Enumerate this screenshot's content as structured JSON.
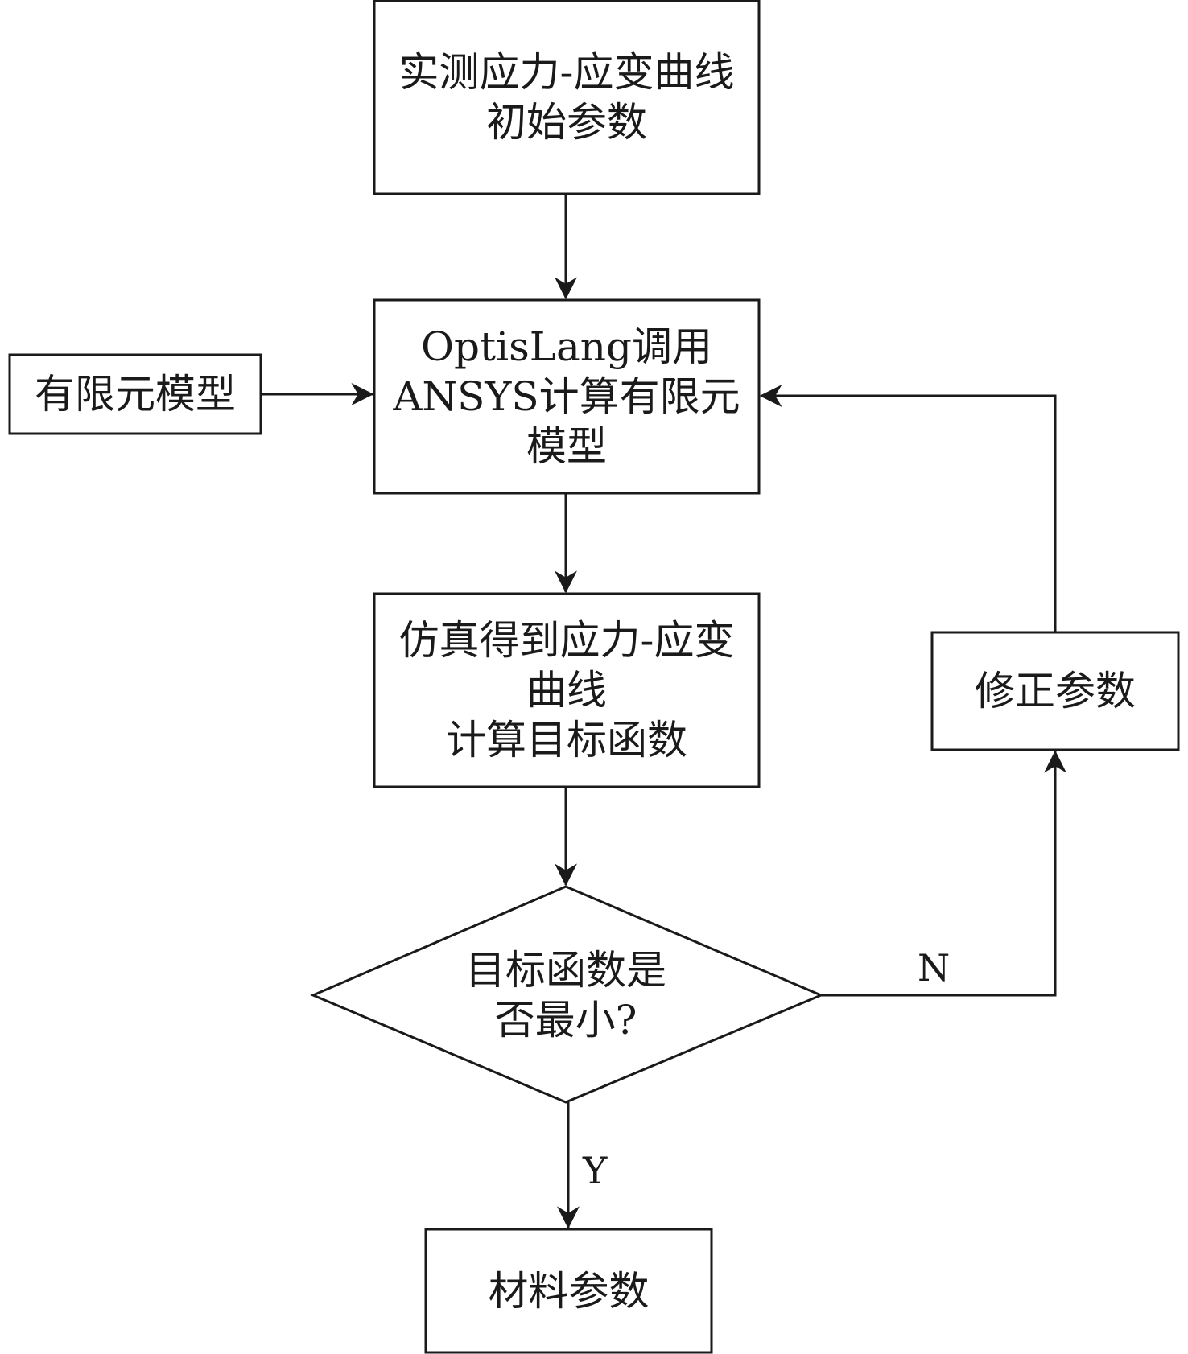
{
  "diagram": {
    "nodes": {
      "start": {
        "lines": [
          "实测应力-应变曲线",
          "初始参数"
        ]
      },
      "fem_model": {
        "lines": [
          "有限元模型"
        ]
      },
      "compute": {
        "lines": [
          "OptisLang调用",
          "ANSYS计算有限元",
          "模型"
        ]
      },
      "simulate": {
        "lines": [
          "仿真得到应力-应变",
          "曲线",
          "计算目标函数"
        ]
      },
      "decision": {
        "lines": [
          "目标函数是",
          "否最小?"
        ]
      },
      "correct": {
        "lines": [
          "修正参数"
        ]
      },
      "result": {
        "lines": [
          "材料参数"
        ]
      }
    },
    "edge_labels": {
      "no": "N",
      "yes": "Y"
    },
    "colors": {
      "stroke": "#1a1a1a",
      "background": "#ffffff"
    }
  }
}
